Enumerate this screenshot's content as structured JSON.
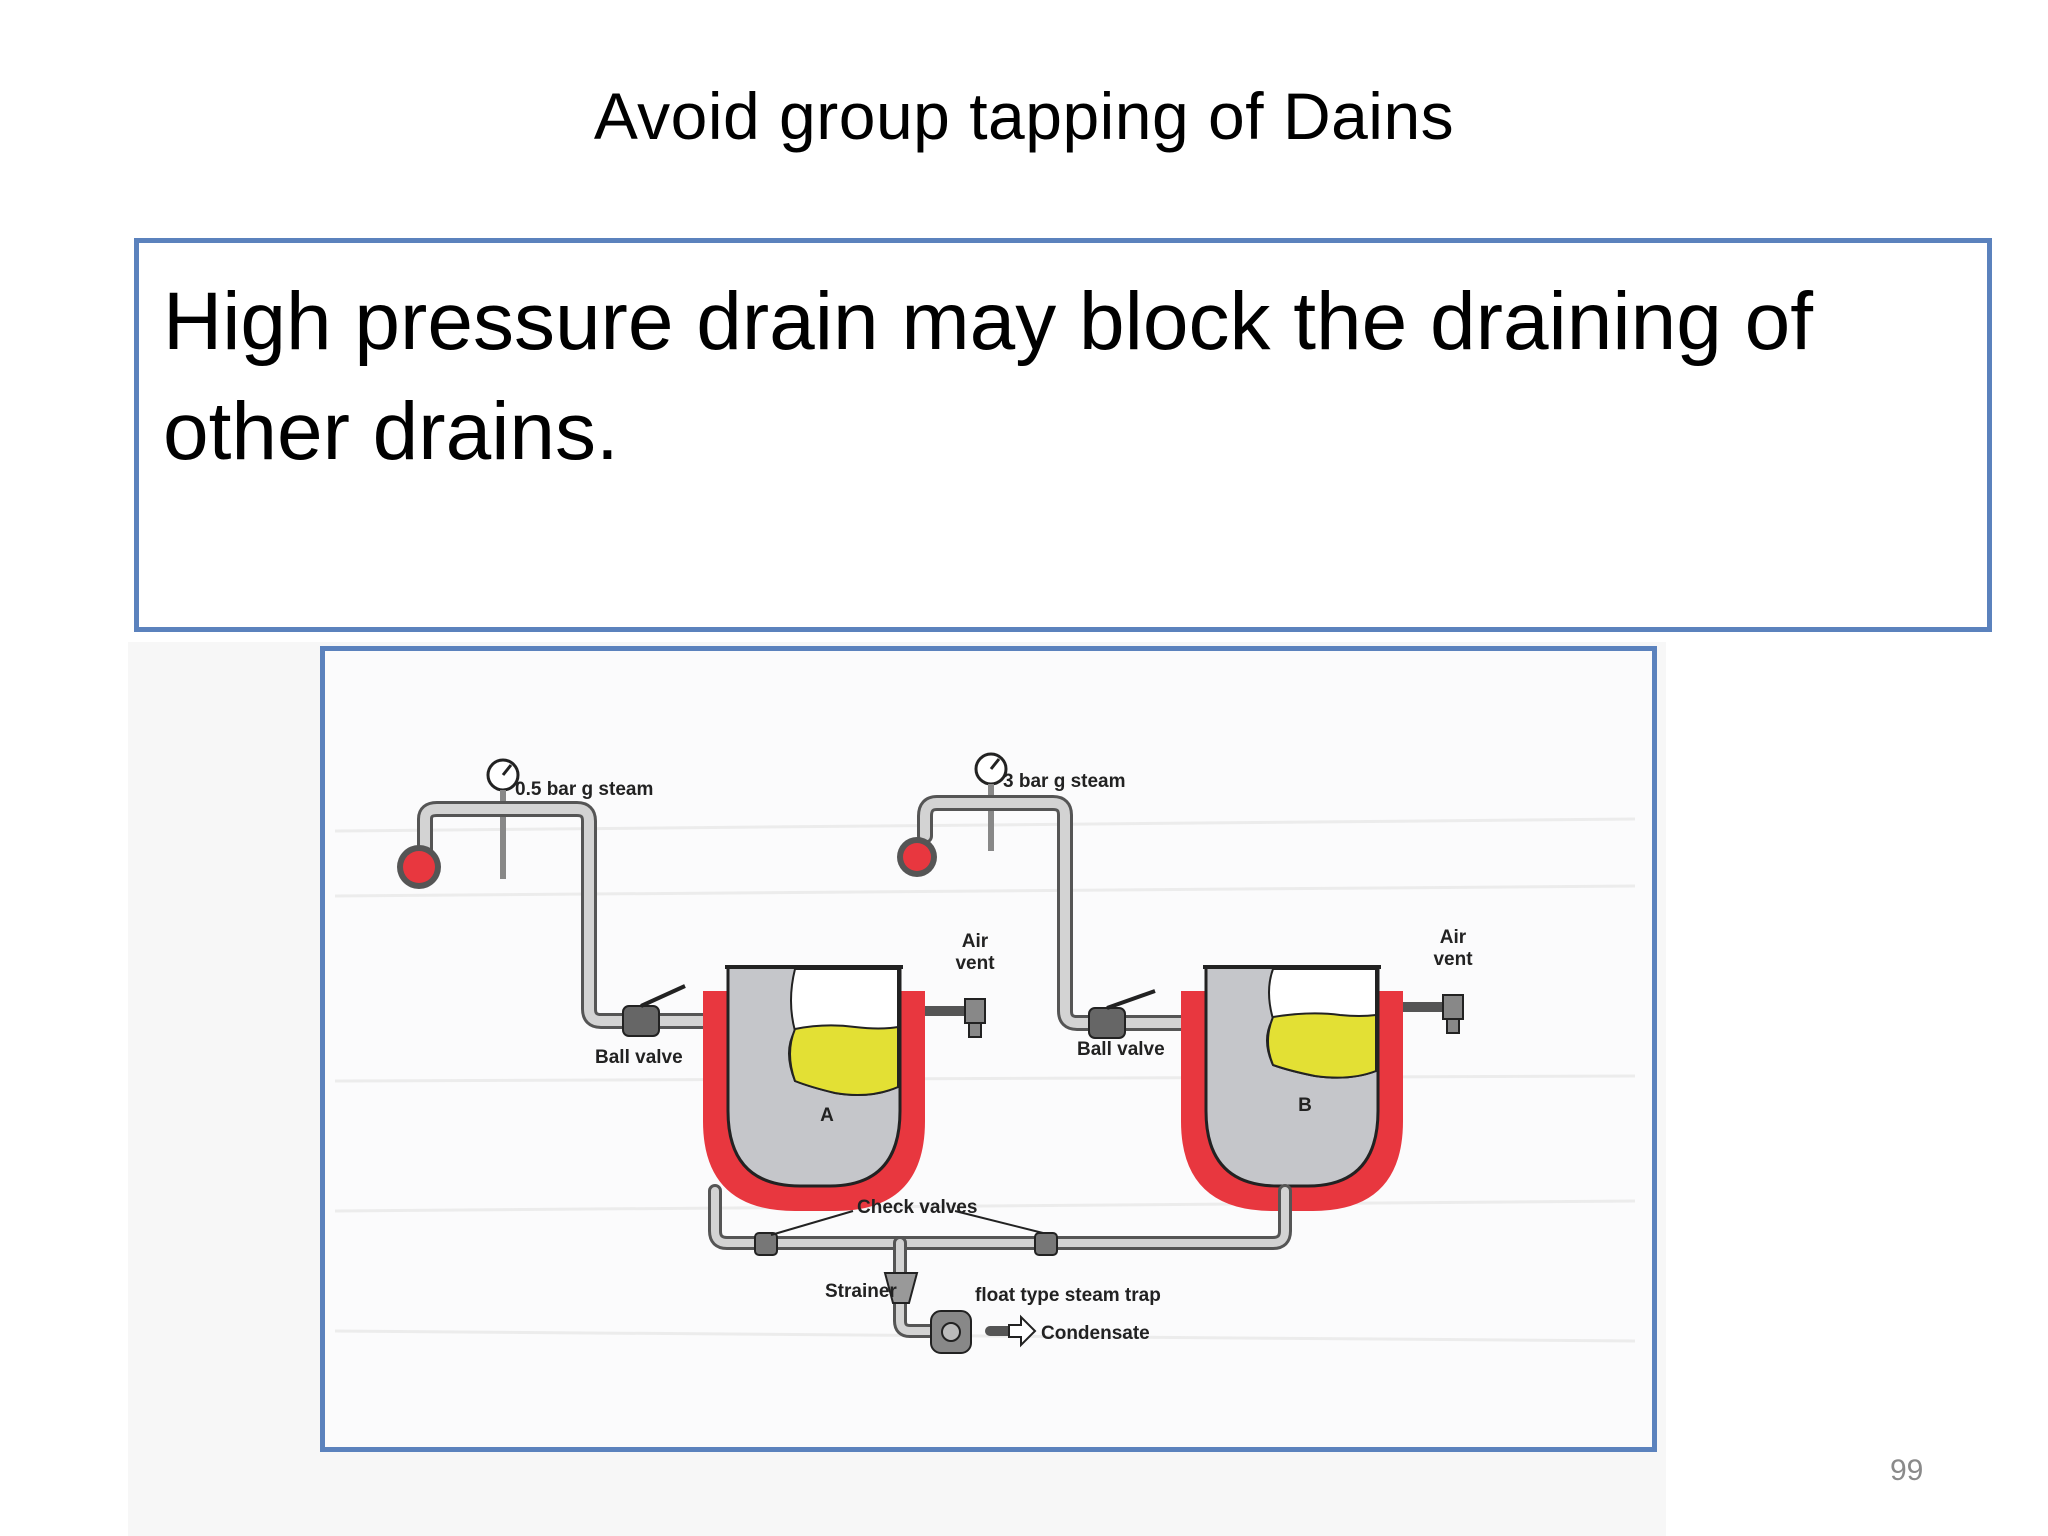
{
  "slide": {
    "title": "Avoid group tapping of Dains",
    "body_line1": "High pressure drain may block the draining of",
    "body_line2": "other drains.",
    "page_number": "99"
  },
  "diagram": {
    "labels": {
      "steam_low": "0.5 bar g steam",
      "steam_high": "3 bar g steam",
      "air_vent_top_a": "Air",
      "air_vent_bottom_a": "vent",
      "air_vent_top_b": "Air",
      "air_vent_bottom_b": "vent",
      "ball_valve_a": "Ball valve",
      "ball_valve_b": "Ball valve",
      "vessel_a": "A",
      "vessel_b": "B",
      "check_valves": "Check valves",
      "strainer": "Strainer",
      "steam_trap": "float type steam trap",
      "condensate": "Condensate"
    },
    "colors": {
      "jacket": "#e8373f",
      "vessel_fill": "#c5c6ca",
      "product": "#e3e034",
      "pipe": "#c9c9c9",
      "frame": "#5b82bd"
    }
  }
}
